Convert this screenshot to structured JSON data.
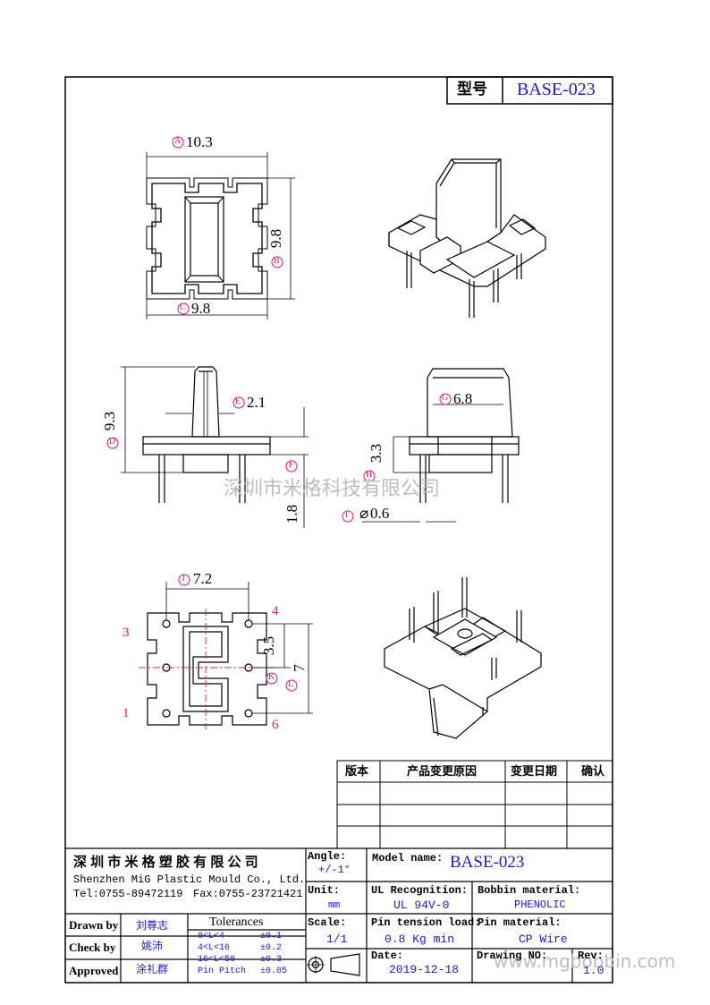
{
  "header": {
    "model_label": "型号",
    "model_value": "BASE-023"
  },
  "dimensions": {
    "A": "10.3",
    "B": "9.8",
    "C": "9.8",
    "D": "9.3",
    "E": "2.1",
    "F": "1.8",
    "G": "6.8",
    "H": "3.3",
    "I": "0.6",
    "J": "7.2",
    "K": "3.5",
    "L": "7"
  },
  "pins": {
    "p1": "1",
    "p3": "3",
    "p4": "4",
    "p6": "6"
  },
  "watermark": {
    "company": "深圳市米格科技有限公司",
    "url": "www.mgbobbin.com"
  },
  "revision_table": {
    "headers": [
      "版本",
      "产品变更原因",
      "变更日期",
      "确认"
    ]
  },
  "title_block": {
    "company_cn": "深 圳 市 米 格 塑 胶 有 限 公 司",
    "company_en": "Shenzhen MiG Plastic Mould Co., Ltd.",
    "tel": "Tel:0755-89472119",
    "fax": "Fax:0755-23721421",
    "angle_label": "Angle:",
    "angle_value": "+/-1°",
    "unit_label": "Unit:",
    "unit_value": "mm",
    "scale_label": "Scale:",
    "scale_value": "1/1",
    "model_name_label": "Model name:",
    "model_name_value": "BASE-023",
    "ul_label": "UL Recognition:",
    "ul_value": "UL 94V-0",
    "bobbin_label": "Bobbin material:",
    "bobbin_value": "PHENOLIC",
    "pin_tension_label": "Pin tension load:",
    "pin_tension_value": "0.8 Kg min",
    "pin_material_label": "Pin material:",
    "pin_material_value": "CP Wire",
    "date_label": "Date:",
    "date_value": "2019-12-18",
    "drawing_no_label": "Drawing NO:",
    "rev_label": "Rev:",
    "rev_value": "1.0",
    "drawn_by_label": "Drawn by",
    "drawn_by_value": "刘尊志",
    "check_by_label": "Check by",
    "check_by_value": "姚沛",
    "approved_label": "Approved",
    "approved_value": "涂礼群",
    "tolerances_label": "Tolerances",
    "tolerances": [
      {
        "range": "0<L<4",
        "value": "±0.1"
      },
      {
        "range": "4<L<16",
        "value": "±0.2"
      },
      {
        "range": "16<L<50",
        "value": "±0.3"
      },
      {
        "range": "Pin Pitch",
        "value": "±0.05"
      }
    ]
  }
}
